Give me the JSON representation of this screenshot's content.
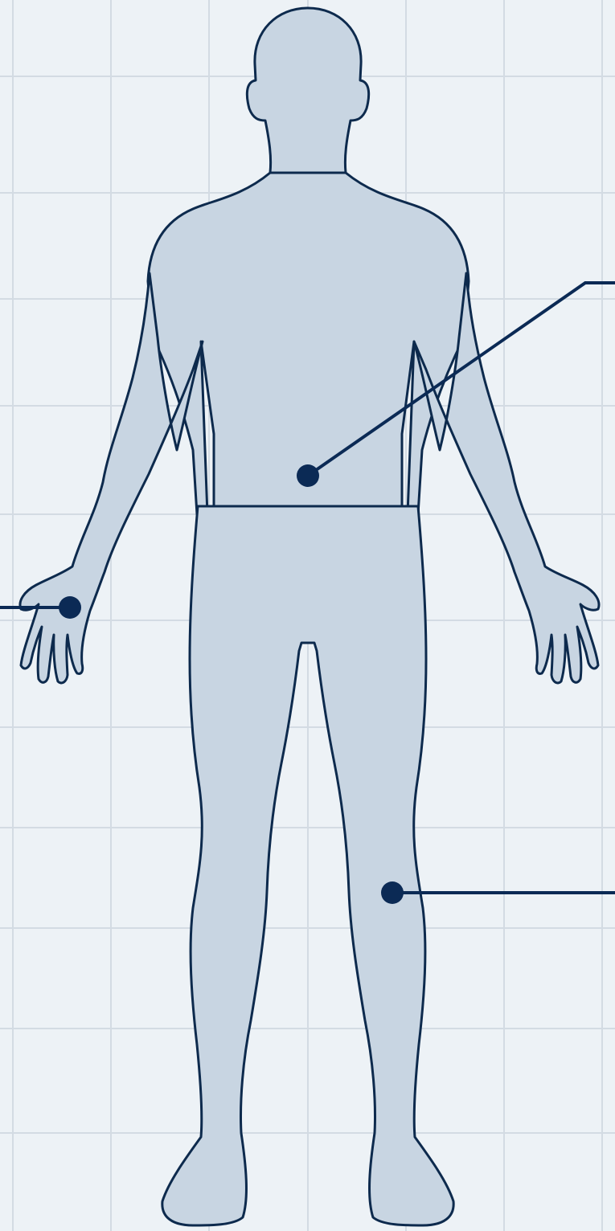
{
  "colors": {
    "background": "#edf2f6",
    "grid_line": "#d3dbe3",
    "body_fill": "#c8d5e2",
    "body_outline": "#0d2a4d",
    "marker": "#0b2a55",
    "leader_line": "#0b2a55"
  },
  "diagram": {
    "subject": "human-body-anterior-view",
    "grid": true,
    "markers": [
      {
        "id": "abdomen",
        "leader_direction": "upper-right"
      },
      {
        "id": "right-hand-palm",
        "leader_direction": "left"
      },
      {
        "id": "left-knee",
        "leader_direction": "right"
      }
    ]
  }
}
